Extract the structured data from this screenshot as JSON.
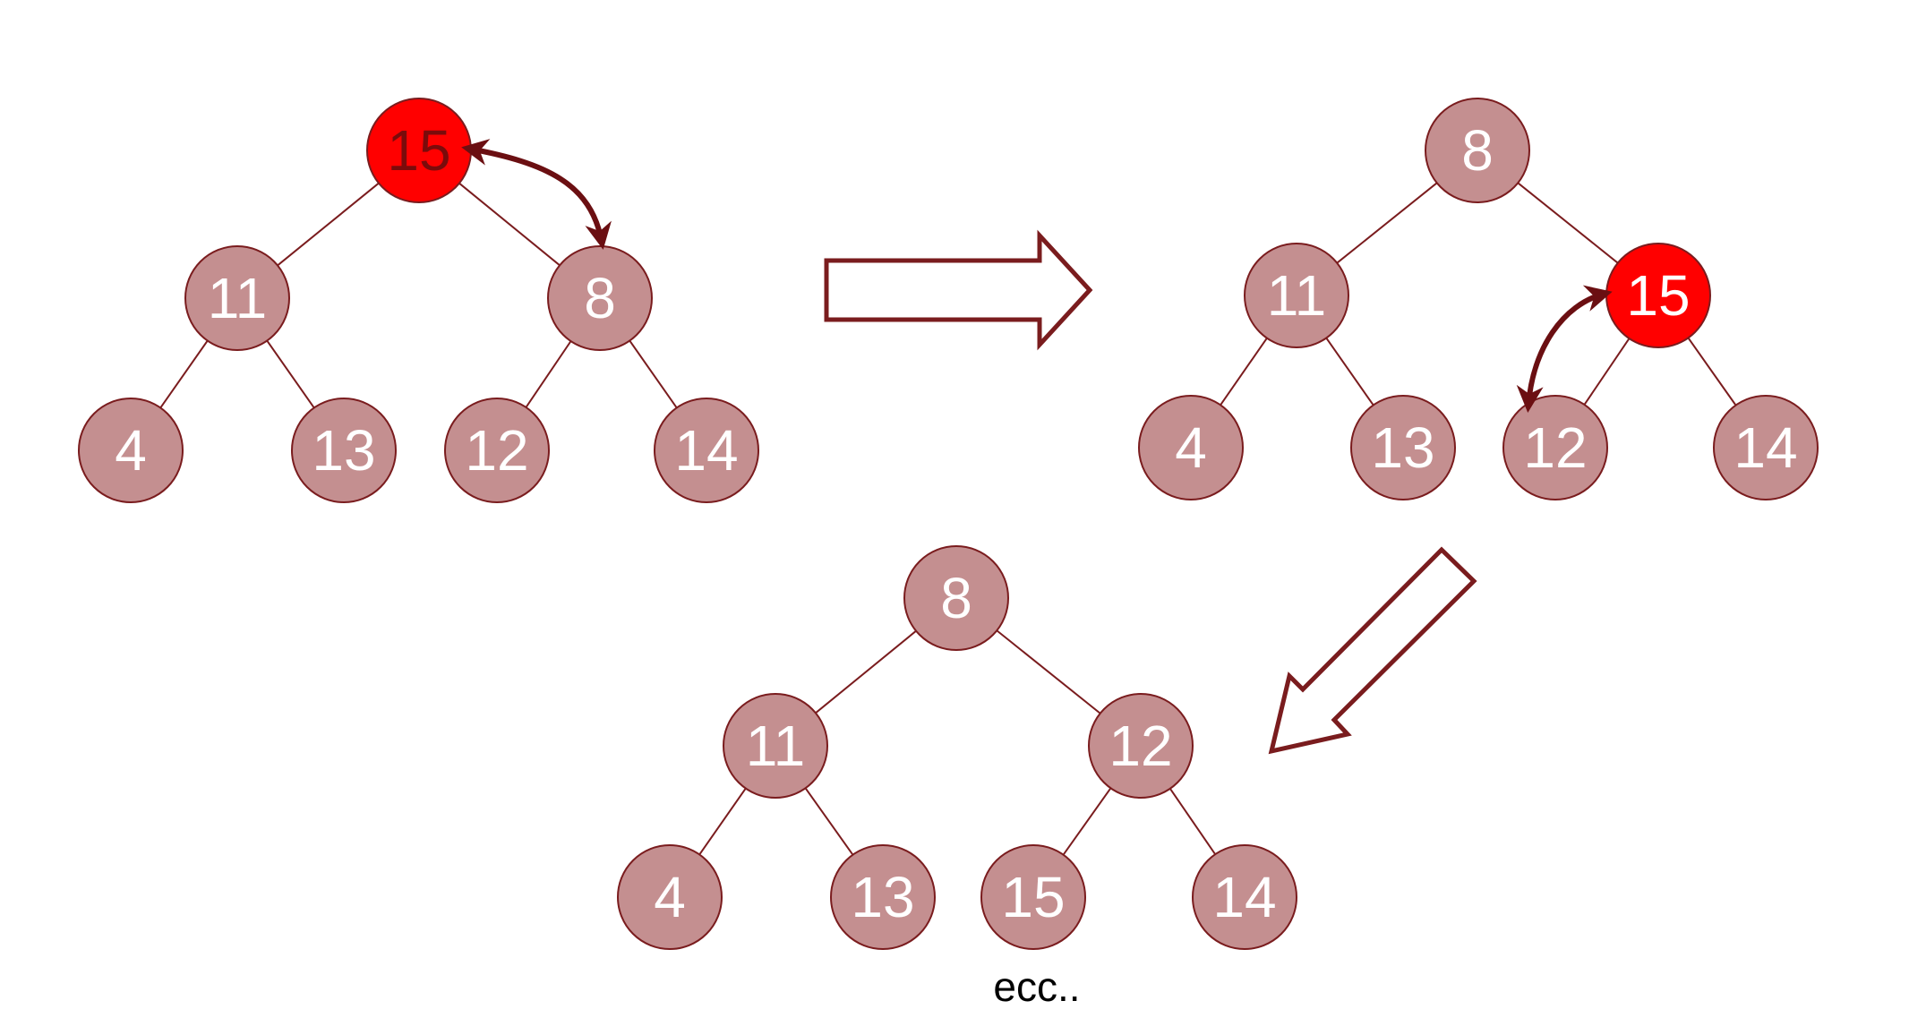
{
  "colors": {
    "node_fill": "#c48f90",
    "node_stroke": "#7a1c1e",
    "highlight_fill": "#ff0000",
    "edge": "#7a1c1e",
    "swap_arrow": "#6b0f12",
    "big_arrow_stroke": "#7a1c1e",
    "label_light": "#ffffff",
    "label_dark": "#7a0b0b"
  },
  "trees": [
    {
      "id": "step-1",
      "nodes": [
        {
          "value": "15",
          "highlight": true
        },
        {
          "value": "11"
        },
        {
          "value": "8"
        },
        {
          "value": "4"
        },
        {
          "value": "13"
        },
        {
          "value": "12"
        },
        {
          "value": "14"
        }
      ],
      "swap": [
        "15",
        "8"
      ]
    },
    {
      "id": "step-2",
      "nodes": [
        {
          "value": "8"
        },
        {
          "value": "11"
        },
        {
          "value": "15",
          "highlight": true
        },
        {
          "value": "4"
        },
        {
          "value": "13"
        },
        {
          "value": "12"
        },
        {
          "value": "14"
        }
      ],
      "swap": [
        "15",
        "12"
      ]
    },
    {
      "id": "step-3",
      "nodes": [
        {
          "value": "8"
        },
        {
          "value": "11"
        },
        {
          "value": "12"
        },
        {
          "value": "4"
        },
        {
          "value": "13"
        },
        {
          "value": "15"
        },
        {
          "value": "14"
        }
      ]
    }
  ],
  "footnote": "ecc.."
}
